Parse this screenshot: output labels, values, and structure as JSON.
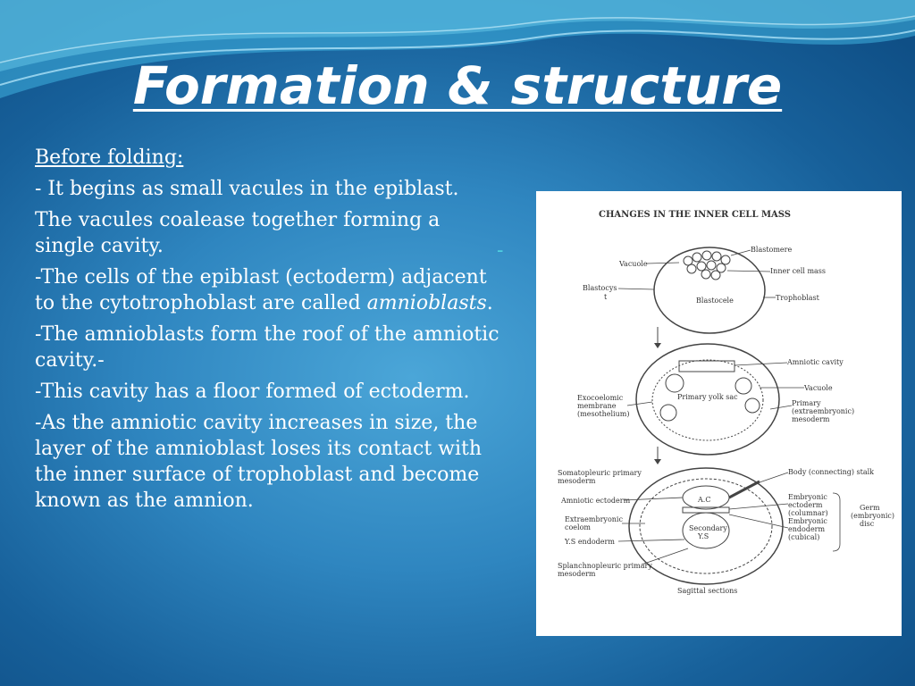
{
  "slide": {
    "title": "Formation & structure",
    "heading": "Before folding:",
    "paragraphs": [
      "- It begins as  small vacules in the epiblast.",
      "The vacules coalease together forming a single cavity.",
      "-The cells of the  epiblast (ectoderm) adjacent to the cytotrophoblast are called ",
      "-The amnioblasts form the roof of the amniotic cavity.-",
      "-This cavity has a floor formed of ectoderm.",
      "-As the amniotic cavity increases in size, the layer of the amnioblast loses its contact with the inner surface of trophoblast and become known as the amnion."
    ],
    "italic_term": "amnioblasts",
    "period": ".",
    "stray_dash": "-"
  },
  "figure": {
    "title": "CHANGES IN THE INNER CELL MASS",
    "labels": {
      "blastomere": "Blastomere",
      "vacuole": "Vacuole",
      "inner_cell_mass": "Inner cell mass",
      "blastocyst_a": "Blastocys",
      "blastocyst_b": "t",
      "blastocele": "Blastocele",
      "trophoblast": "Trophoblast",
      "amniotic_cavity": "Amniotic cavity",
      "exocoelomic_1": "Exocoelomic",
      "exocoelomic_2": "membrane",
      "exocoelomic_3": "(mesothelium)",
      "primary_yolk_sac": "Primary yolk sac",
      "vacuole2": "Vacuole",
      "primary_meso_1": "Primary",
      "primary_meso_2": "(extraembryonic)",
      "primary_meso_3": "mesoderm",
      "somato_1": "Somatopleuric primary",
      "somato_2": "mesoderm",
      "body_stalk": "Body (connecting) stalk",
      "amniotic_ectoderm": "Amniotic ectoderm",
      "ac": "A.C",
      "emb_ecto_1": "Embryonic",
      "emb_ecto_2": "ectoderm",
      "emb_ecto_3": "(columnar)",
      "germ_1": "Germ",
      "germ_2": "(embryonic)",
      "germ_3": "disc",
      "extra_coelom_1": "Extraembryonic",
      "extra_coelom_2": "coelom",
      "secondary_1": "Secondary",
      "secondary_2": "Y.S",
      "emb_endo_1": "Embryonic",
      "emb_endo_2": "endoderm",
      "emb_endo_3": "(cubical)",
      "ys_endoderm": "Y.S endoderm",
      "splanch_1": "Splanchnopleuric primary",
      "splanch_2": "mesoderm",
      "sagittal": "Sagittal sections"
    }
  },
  "colors": {
    "background": "#2f86c0",
    "text": "#ffffff",
    "accent": "#4fd0e0"
  }
}
